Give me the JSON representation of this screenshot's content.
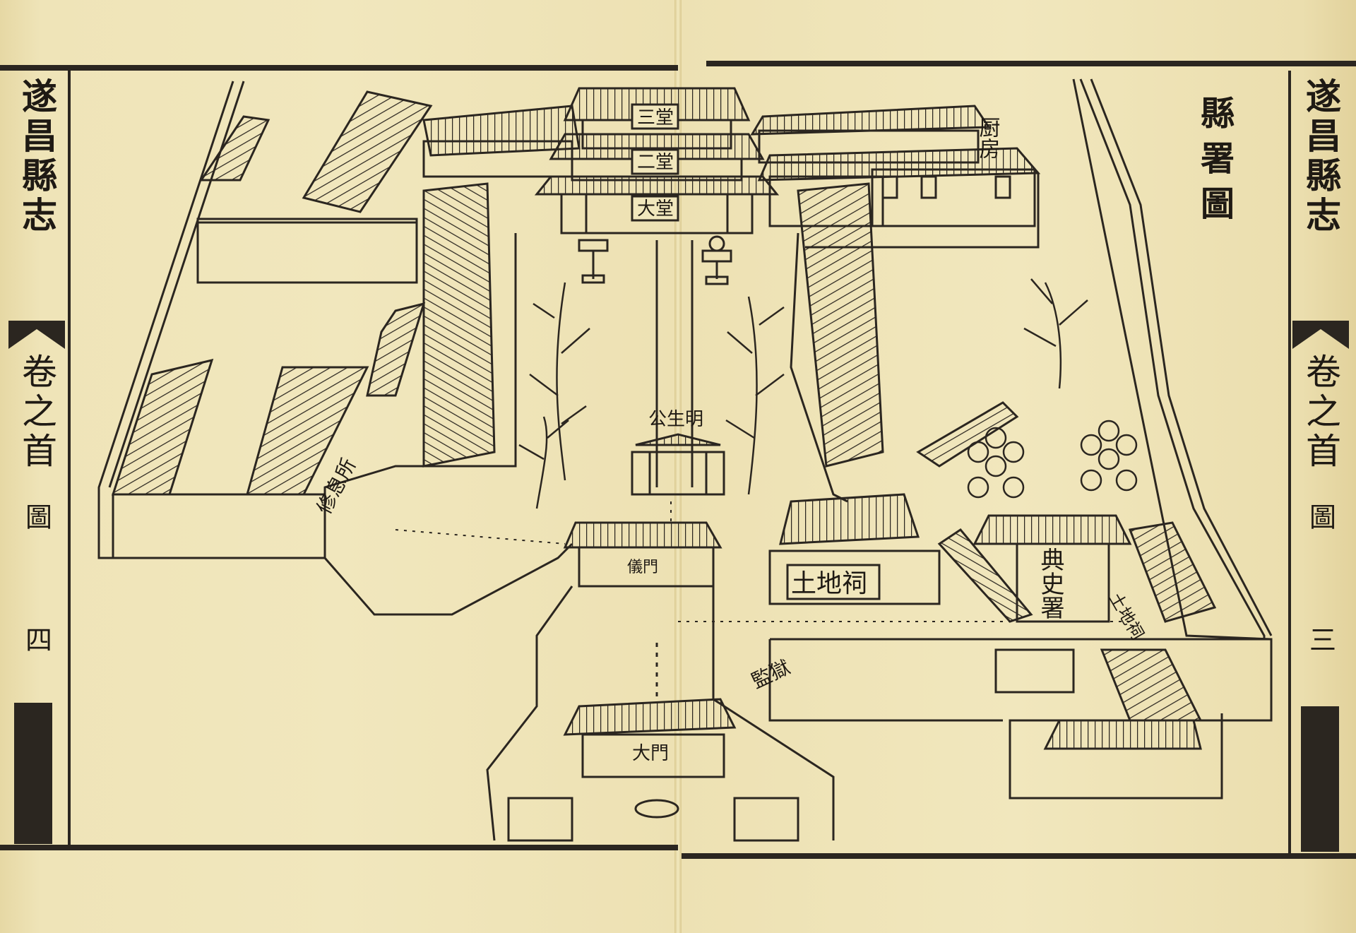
{
  "book": {
    "left_page": {
      "title": "遂昌縣志",
      "volume": "卷之首",
      "section": "圖",
      "page_number": "四"
    },
    "right_page": {
      "title": "遂昌縣志",
      "volume": "卷之首",
      "section": "圖",
      "page_number": "三"
    }
  },
  "map": {
    "title": "縣署圖",
    "labels": {
      "sanTang": "三堂",
      "erTang": "二堂",
      "daTang": "大堂",
      "kitchen": "厨房",
      "gongShengMing": "公生明",
      "yiMen": "儀門",
      "tuDiCi": "土地祠",
      "dianShiShu": "典史署",
      "tuDiCiSmall": "土地祠",
      "jianYu": "監獄",
      "daMen": "大門",
      "xiuXi": "修息所"
    }
  }
}
